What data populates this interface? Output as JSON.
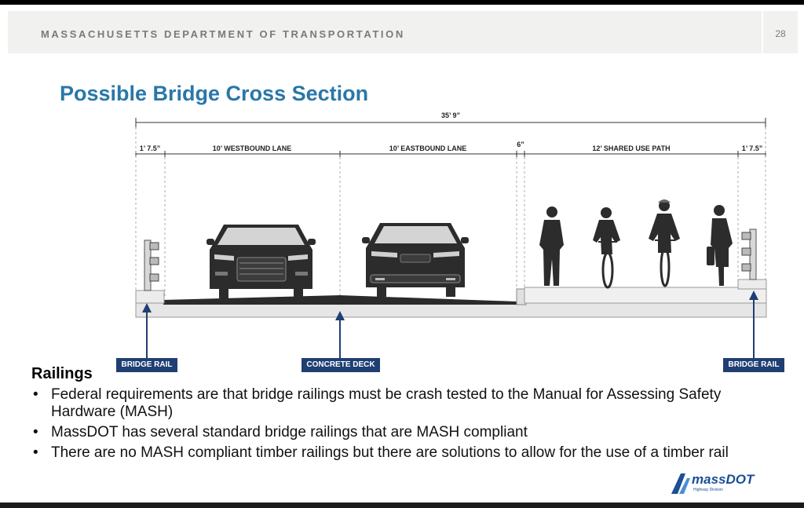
{
  "header": {
    "org": "MASSACHUSETTS DEPARTMENT OF TRANSPORTATION",
    "page": "28"
  },
  "title": "Possible Bridge Cross Section",
  "diagram": {
    "total_width": "35’ 9”",
    "segments": [
      "1’ 7.5”",
      "10’ WESTBOUND LANE",
      "10’ EASTBOUND LANE",
      "6”",
      "12’ SHARED USE PATH",
      "1’ 7.5”"
    ],
    "callouts": {
      "left_rail": "BRIDGE RAIL",
      "deck": "CONCRETE DECK",
      "right_rail": "BRIDGE RAIL"
    },
    "callout_color": "#1f3f73"
  },
  "railings": {
    "heading": "Railings",
    "bullets": [
      "Federal requirements are that bridge railings must be crash tested to the Manual for Assessing Safety Hardware (MASH)",
      "MassDOT has several standard bridge railings that are MASH compliant",
      "There are no MASH compliant timber railings but there are solutions to allow for the use of a timber rail"
    ]
  },
  "logo": {
    "name": "massDOT",
    "sub": "Highway Division"
  },
  "colors": {
    "title": "#2a77a8",
    "accent": "#1f3f73"
  }
}
